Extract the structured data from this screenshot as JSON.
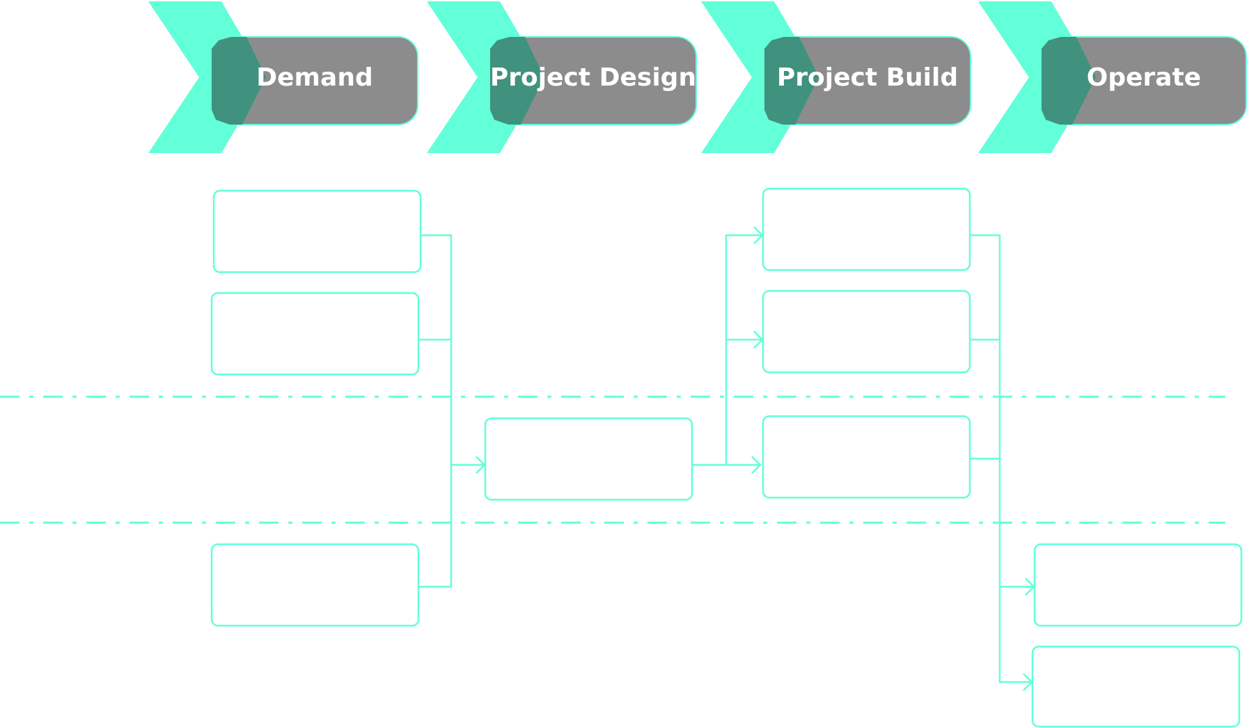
{
  "colors": {
    "accent": "#62ffd8",
    "header_pill": "#8c8c8c",
    "pill_border": "#62ffd8",
    "overlap": "#40927e",
    "background": "#ffffff"
  },
  "stages": [
    {
      "label": "Demand"
    },
    {
      "label": "Project Design"
    },
    {
      "label": "Project Build"
    },
    {
      "label": "Operate"
    }
  ],
  "stage_columns": {
    "demand": {
      "boxes": 3,
      "box_labels": [
        "",
        "",
        ""
      ]
    },
    "project_design": {
      "boxes": 1,
      "box_labels": [
        ""
      ]
    },
    "project_build": {
      "boxes": 3,
      "box_labels": [
        "",
        "",
        ""
      ]
    },
    "operate": {
      "boxes": 2,
      "box_labels": [
        "",
        ""
      ]
    }
  },
  "swimlane_separators": 2,
  "connections": [
    {
      "from": "demand-box-1",
      "to": "design-box-1"
    },
    {
      "from": "demand-box-2",
      "to": "design-box-1"
    },
    {
      "from": "demand-box-3",
      "to": "design-box-1"
    },
    {
      "from": "design-box-1",
      "to": "build-box-1"
    },
    {
      "from": "design-box-1",
      "to": "build-box-2"
    },
    {
      "from": "design-box-1",
      "to": "build-box-3"
    },
    {
      "from": "build-box-1",
      "to": "operate-box-1"
    },
    {
      "from": "build-box-2",
      "to": "operate-box-1"
    },
    {
      "from": "build-box-3",
      "to": "operate-box-2"
    }
  ]
}
